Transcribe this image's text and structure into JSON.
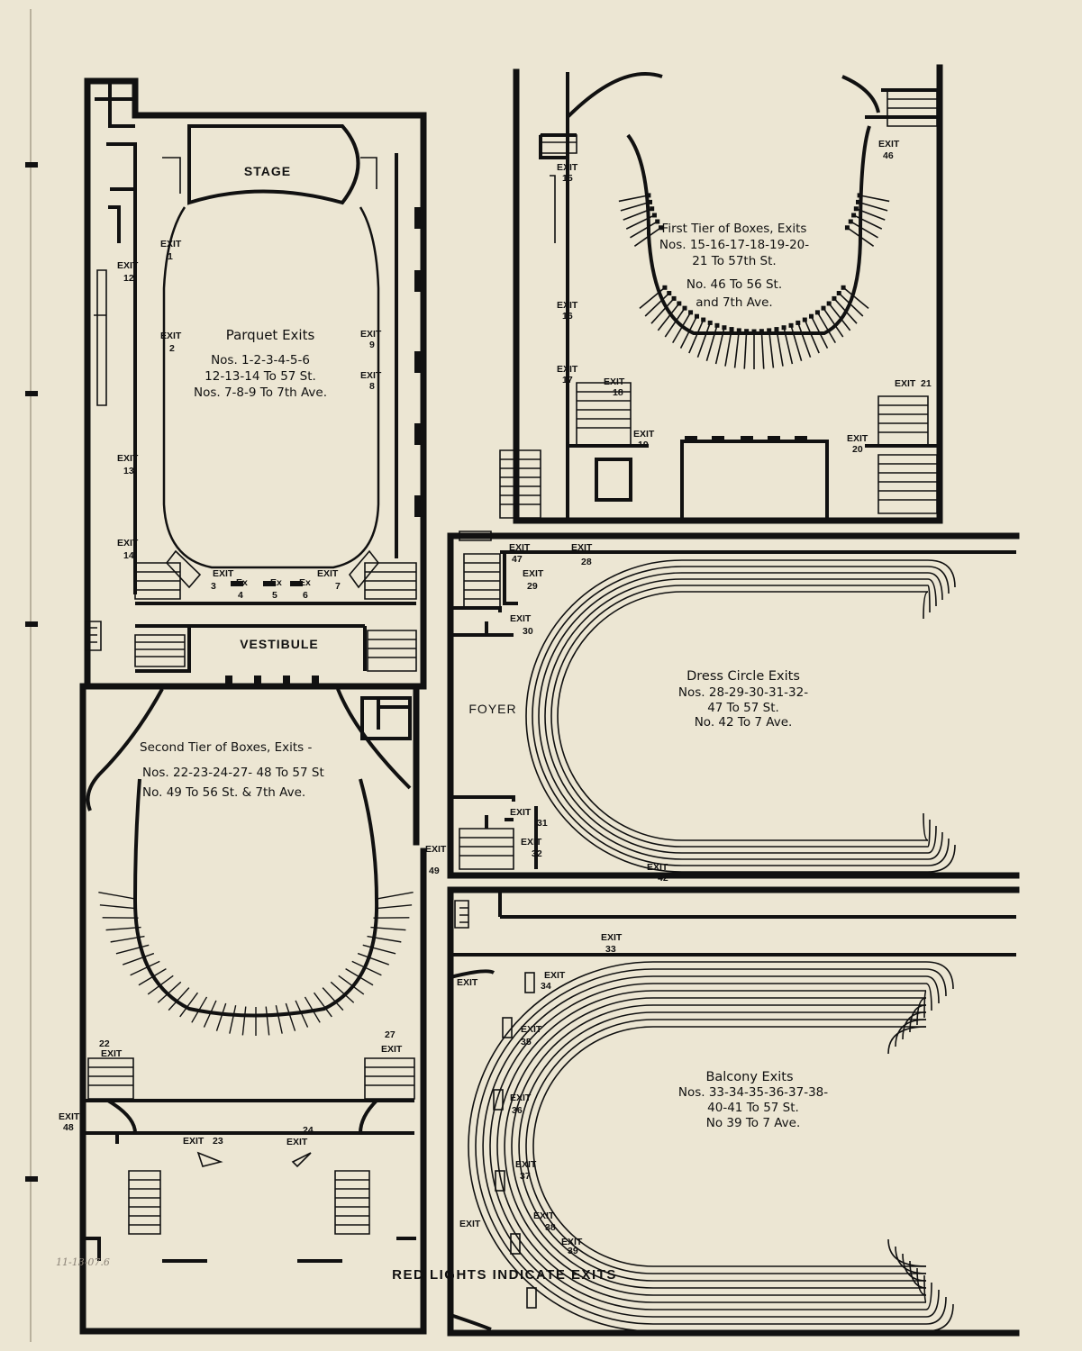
{
  "title": "RED LIGHTS INDICATE EXITS",
  "handwritten_note": "11-13-07.6",
  "rooms": {
    "stage": "STAGE",
    "vestibule": "VESTIBULE",
    "foyer": "FOYER"
  },
  "sections": {
    "parquet": {
      "heading": "Parquet Exits",
      "line1": "Nos. 1-2-3-4-5-6",
      "line2": "12-13-14 To 57 St.",
      "line3": "Nos. 7-8-9 To 7th Ave."
    },
    "first_tier": {
      "heading": "First Tier of Boxes, Exits",
      "line1": "Nos. 15-16-17-18-19-20-",
      "line2": "21 To 57th St.",
      "line3": "No. 46 To 56 St.",
      "line4": "and 7th Ave."
    },
    "second_tier": {
      "heading": "Second Tier of Boxes, Exits -",
      "line1": "Nos. 22-23-24-27- 48 To 57 St",
      "line2": "No. 49 To 56 St. & 7th Ave."
    },
    "dress_circle": {
      "heading": "Dress Circle Exits",
      "line1": "Nos. 28-29-30-31-32-",
      "line2": "47 To 57 St.",
      "line3": "No. 42 To 7 Ave."
    },
    "balcony": {
      "heading": "Balcony Exits",
      "line1": "Nos. 33-34-35-36-37-38-",
      "line2": "40-41 To 57 St.",
      "line3": "No 39 To 7 Ave."
    }
  },
  "exit_word": "EXIT",
  "ex_word": "Ex",
  "exit_numbers": {
    "e1": "1",
    "e2": "2",
    "e3": "3",
    "e4": "4",
    "e5": "5",
    "e6": "6",
    "e7": "7",
    "e8": "8",
    "e9": "9",
    "e12": "12",
    "e13": "13",
    "e14": "14",
    "e15": "15",
    "e16": "16",
    "e17": "17",
    "e18": "18",
    "e19": "19",
    "e20": "20",
    "e21": "21",
    "e22": "22",
    "e23": "23",
    "e24": "24",
    "e27": "27",
    "e28": "28",
    "e29": "29",
    "e30": "30",
    "e31": "31",
    "e32": "32",
    "e33": "33",
    "e34": "34",
    "e35": "35",
    "e36": "36",
    "e37": "37",
    "e38": "38",
    "e39": "39",
    "e42": "42",
    "e46": "46",
    "e47": "47",
    "e48": "48",
    "e49": "49"
  }
}
